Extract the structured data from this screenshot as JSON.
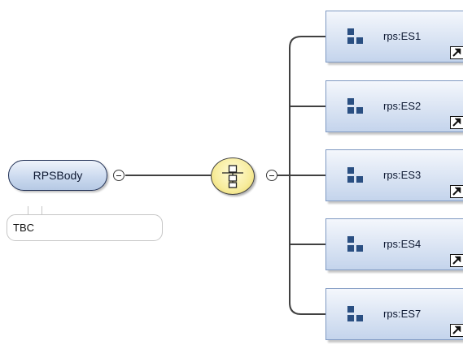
{
  "diagram": {
    "root": {
      "label": "RPSBody",
      "annotation": "TBC"
    },
    "compositor": {
      "type": "sequence",
      "icon": "sequence-compositor-icon"
    },
    "children": [
      {
        "label": "rps:ES1",
        "icon": "element-icon",
        "reference": true
      },
      {
        "label": "rps:ES2",
        "icon": "element-icon",
        "reference": true
      },
      {
        "label": "rps:ES3",
        "icon": "element-icon",
        "reference": true
      },
      {
        "label": "rps:ES4",
        "icon": "element-icon",
        "reference": true
      },
      {
        "label": "rps:ES7",
        "icon": "element-icon",
        "reference": true
      }
    ]
  },
  "colors": {
    "element_fill_top": "#f4f7fc",
    "element_fill_bottom": "#c4d4ec",
    "element_border": "#7f99c2",
    "compositor_fill": "#f7ec9c",
    "icon_blue": "#2a4f82",
    "connector": "#404040"
  }
}
